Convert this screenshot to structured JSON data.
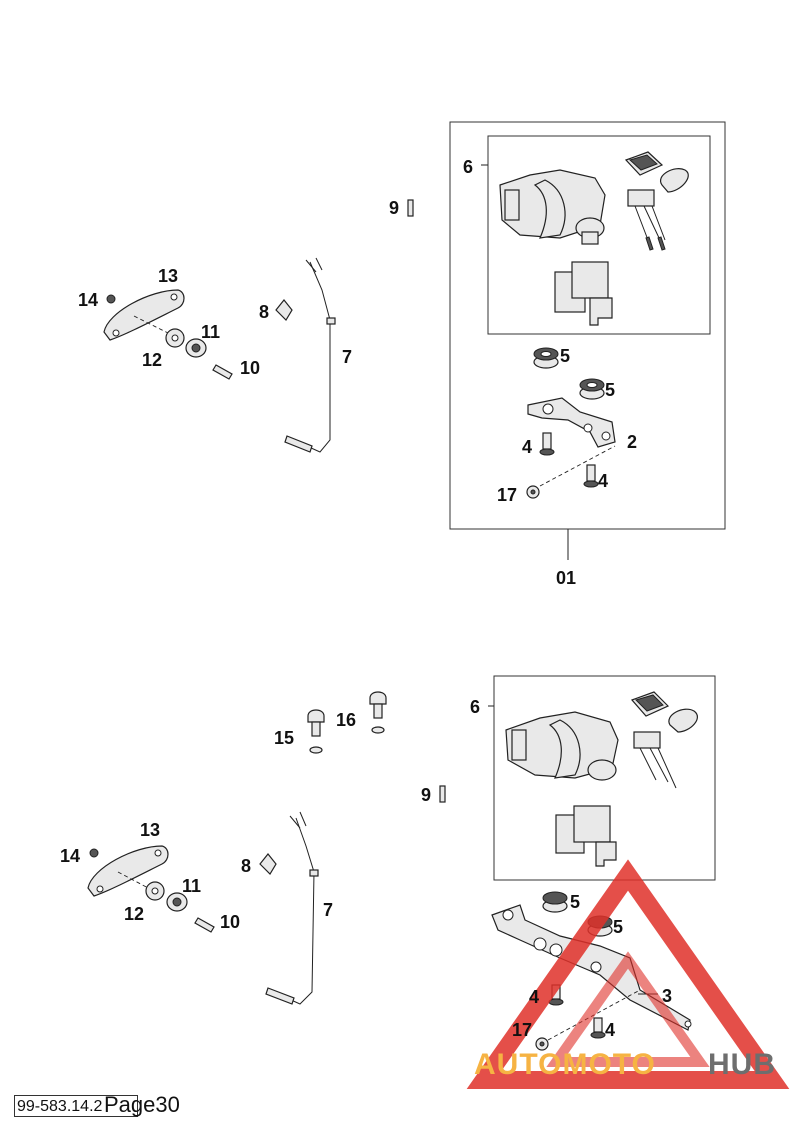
{
  "diagram": {
    "callouts_top": {
      "p6": "6",
      "p9": "9",
      "p13": "13",
      "p14": "14",
      "p8": "8",
      "p11": "11",
      "p12": "12",
      "p10": "10",
      "p7": "7",
      "p5a": "5",
      "p5b": "5",
      "p4a": "4",
      "p2": "2",
      "p17": "17",
      "p4b": "4",
      "p01": "01"
    },
    "callouts_bottom": {
      "p6": "6",
      "p16": "16",
      "p15": "15",
      "p9": "9",
      "p13": "13",
      "p14": "14",
      "p8": "8",
      "p11": "11",
      "p12": "12",
      "p10": "10",
      "p7": "7",
      "p5a": "5",
      "p5b": "5",
      "p4a": "4",
      "p3": "3",
      "p17": "17",
      "p4b": "4"
    }
  },
  "footer": {
    "doc_code": "99-583.14.2",
    "page_label": "Page30"
  },
  "watermark": {
    "part1": "AUTOMOTO",
    "part2": "HUB",
    "color_red": "#e0312a",
    "color_orange": "#f5a623",
    "color_gray": "#555555"
  }
}
